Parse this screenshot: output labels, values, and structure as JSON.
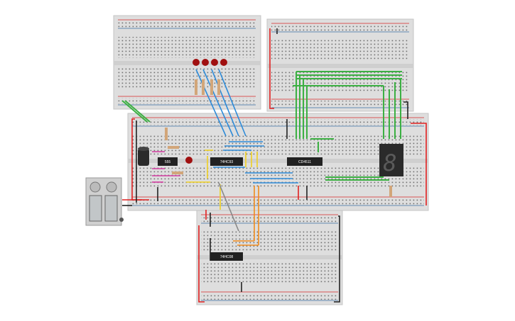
{
  "chips": {
    "timer": "555",
    "counter": "74HC93",
    "decoder": "CD4511",
    "gate": "74HC08"
  },
  "display": {
    "digit": "8"
  },
  "colors": {
    "board": "#d9d9d9",
    "rail_red": "#d62828",
    "rail_blue": "#3a6ea5",
    "chip": "#222222",
    "led": "#a01010",
    "wire_green": "#3cb043",
    "wire_blue": "#2e8bd8",
    "wire_magenta": "#d23ca0",
    "wire_yellow": "#f0d020",
    "wire_orange": "#f08c1e",
    "wire_red": "#e02020",
    "wire_black": "#222222",
    "wire_gray": "#888888"
  }
}
